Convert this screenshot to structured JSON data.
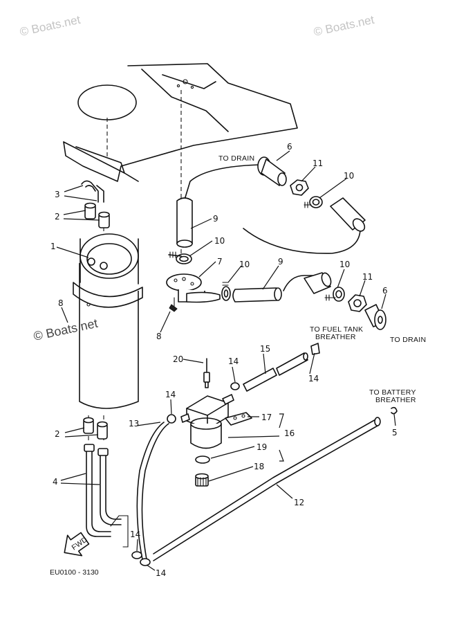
{
  "watermarks": {
    "top_left": "© Boats.net",
    "top_right": "© Boats.net",
    "middle": "© Boats.net"
  },
  "notes": {
    "to_drain_top": "TO DRAIN",
    "to_fuel_tank_line1": "TO FUEL TANK",
    "to_fuel_tank_line2": "BREATHER",
    "to_drain_right": "TO DRAIN",
    "to_battery_line1": "TO BATTERY",
    "to_battery_line2": "BREATHER",
    "fwd": "FWD"
  },
  "diagram_code": "EU0100 - 3130",
  "callouts": [
    "6",
    "11",
    "10",
    "9",
    "10",
    "7",
    "10",
    "9",
    "10",
    "11",
    "6",
    "3",
    "2",
    "1",
    "8",
    "8",
    "20",
    "14",
    "15",
    "14",
    "14",
    "17",
    "16",
    "19",
    "18",
    "13",
    "12",
    "2",
    "4",
    "14",
    "14",
    "5"
  ]
}
